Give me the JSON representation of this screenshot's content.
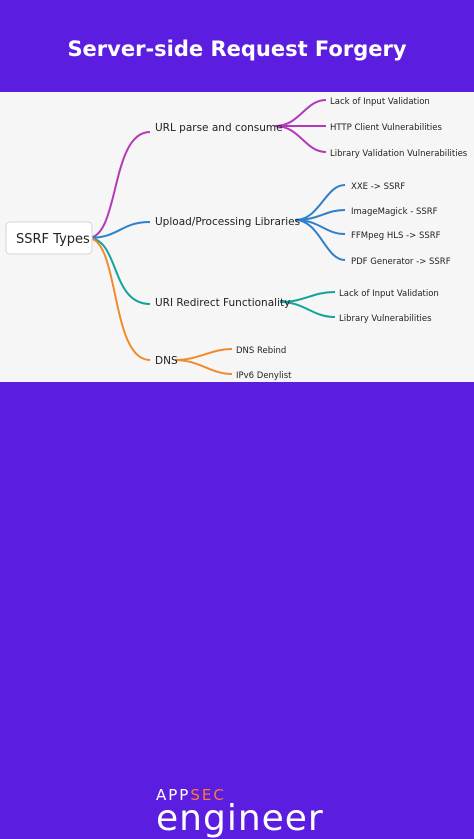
{
  "title": "Server-side Request Forgery",
  "colors": {
    "brand": "#5b1ee0",
    "canvas": "#f6f6f6",
    "branch_url": "#b23ab8",
    "branch_upload": "#2f80c9",
    "branch_redirect": "#13a39a",
    "branch_dns": "#f08a2c",
    "accent_sec": "#ff7a2f"
  },
  "mindmap": {
    "root": "SSRF Types",
    "branches": [
      {
        "label": "URL parse and consume",
        "color": "#b23ab8",
        "children": [
          "Lack of Input Validation",
          "HTTP Client Vulnerabilities",
          "Library Validation Vulnerabilities"
        ]
      },
      {
        "label": "Upload/Processing Libraries",
        "color": "#2f80c9",
        "children": [
          "XXE -> SSRF",
          "ImageMagick - SSRF",
          "FFMpeg HLS -> SSRF",
          "PDF Generator -> SSRF"
        ]
      },
      {
        "label": "URI Redirect Functionality",
        "color": "#13a39a",
        "children": [
          "Lack of Input Validation",
          "Library Vulnerabilities"
        ]
      },
      {
        "label": "DNS",
        "color": "#f08a2c",
        "children": [
          "DNS Rebind",
          "IPv6 Denylist"
        ]
      }
    ]
  },
  "brand": {
    "app": "APP",
    "sec": "SEC",
    "name": "engineer"
  }
}
